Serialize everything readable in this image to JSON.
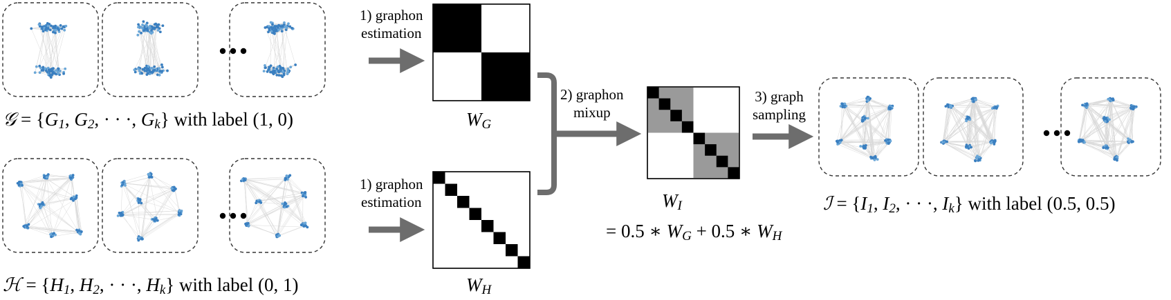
{
  "set_g": {
    "name": "𝒢",
    "elements": [
      "G",
      "G",
      "G"
    ],
    "subscripts": [
      "1",
      "2",
      "k"
    ],
    "label_text": "with label",
    "label_value": "(1, 0)"
  },
  "set_h": {
    "name": "ℋ",
    "elements": [
      "H",
      "H",
      "H"
    ],
    "subscripts": [
      "1",
      "2",
      "k"
    ],
    "label_text": "with label",
    "label_value": "(0, 1)"
  },
  "set_i": {
    "name": "ℐ",
    "elements": [
      "I",
      "I",
      "I"
    ],
    "subscripts": [
      "1",
      "2",
      "k"
    ],
    "label_text": "with label",
    "label_value": "(0.5, 0.5)"
  },
  "steps": {
    "estimation_top": [
      "1) graphon",
      "estimation"
    ],
    "estimation_bottom": [
      "1) graphon",
      "estimation"
    ],
    "mixup": [
      "2) graphon",
      "mixup"
    ],
    "sampling": [
      "3) graph",
      "sampling"
    ]
  },
  "graphons": {
    "wg": {
      "base": "W",
      "sub": "G",
      "blocks": 2
    },
    "wh": {
      "base": "W",
      "sub": "H",
      "blocks": 8
    },
    "wi": {
      "base": "W",
      "sub": "I",
      "blocks": 8,
      "formula": [
        "= 0.5 ∗ ",
        "W",
        "G",
        " + 0.5 ∗ ",
        "W",
        "H"
      ]
    }
  },
  "set_symbols": {
    "open": "= {",
    "sep": ", ",
    "ellipsis": "· · ·",
    "close": "}"
  },
  "colors": {
    "node": "#3a7fc0",
    "node_light": "#6aa7d8",
    "edge": "#c9c9c9",
    "arrow": "#6d6d6d",
    "block_black": "#000000",
    "block_gray": "#9a9a9a"
  }
}
